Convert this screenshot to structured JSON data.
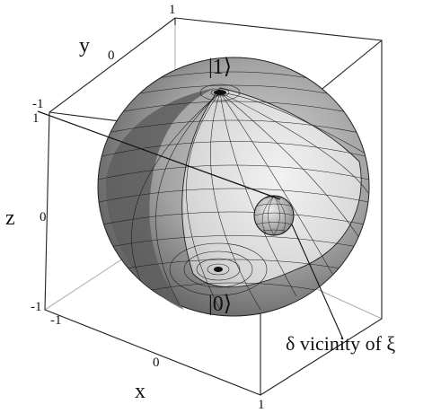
{
  "axes": {
    "x": {
      "label": "x",
      "ticks": [
        "-1",
        "0",
        "1"
      ]
    },
    "y": {
      "label": "y",
      "ticks": [
        "-1",
        "0",
        "1"
      ]
    },
    "z": {
      "label": "z",
      "ticks": [
        "1",
        "0",
        "-1"
      ]
    }
  },
  "states": {
    "one": "|1⟩",
    "zero": "|0⟩"
  },
  "annotation": {
    "text": "δ vicinity of ξ"
  },
  "colors": {
    "sphere_light": "#dcdcdc",
    "sphere_mid": "#9a9a9a",
    "sphere_dark": "#555555",
    "lines": "#1a1a1a"
  }
}
